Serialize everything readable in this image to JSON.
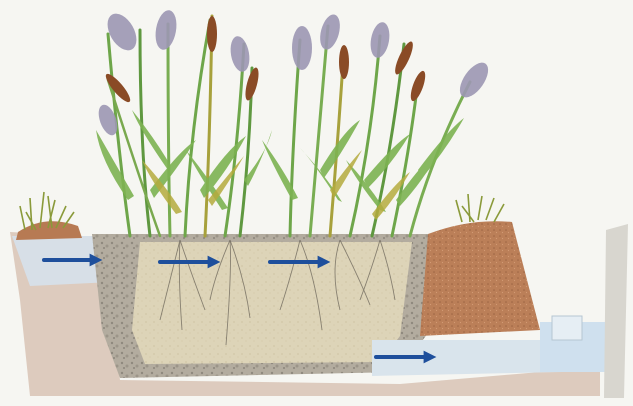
{
  "diagram": {
    "flow_arrows": [
      {
        "id": "inflow-arrow"
      },
      {
        "id": "bed-arrow-1"
      },
      {
        "id": "bed-arrow-2"
      },
      {
        "id": "outflow-arrow"
      }
    ],
    "colors": {
      "background": "#f6f6f2",
      "soil_dark": "#a9a49a",
      "gravel": "#b7b0a3",
      "sand_bed": "#ddd3b6",
      "berm": "#b77a53",
      "water": "#cfe0ee",
      "arrow": "#1e4f9c",
      "reed_green": "#6ea64a",
      "cattail_head": "#8a4b26",
      "reed_plume": "#9d97b3",
      "roots": "#6b6459"
    }
  }
}
